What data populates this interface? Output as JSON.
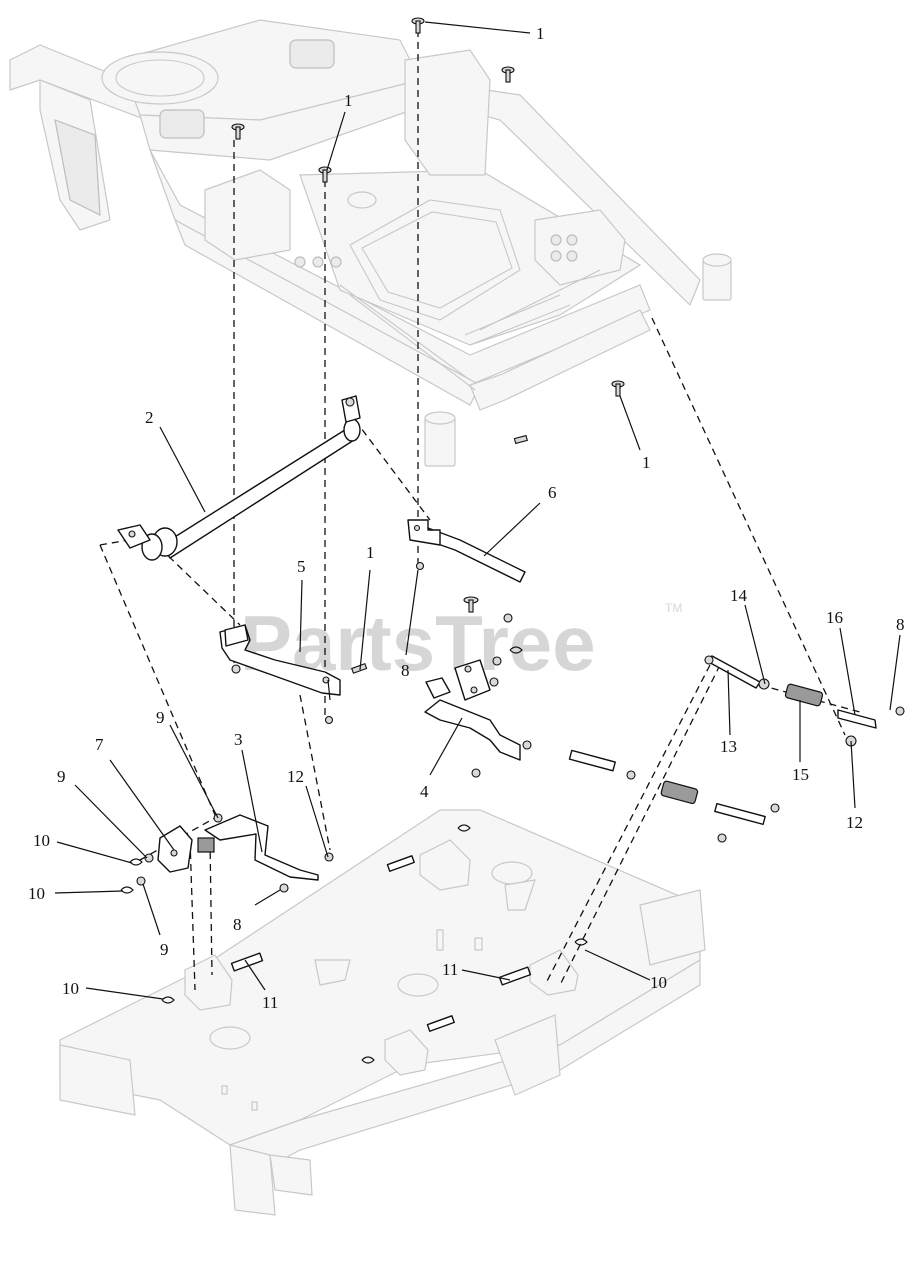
{
  "watermark": {
    "text": "PartsTree",
    "mark": "TM"
  },
  "callouts": [
    {
      "id": "c1a",
      "label": "1"
    },
    {
      "id": "c1b",
      "label": "1"
    },
    {
      "id": "c1c",
      "label": "1"
    },
    {
      "id": "c1d",
      "label": "1"
    },
    {
      "id": "c2",
      "label": "2"
    },
    {
      "id": "c3",
      "label": "3"
    },
    {
      "id": "c4",
      "label": "4"
    },
    {
      "id": "c5",
      "label": "5"
    },
    {
      "id": "c6",
      "label": "6"
    },
    {
      "id": "c7",
      "label": "7"
    },
    {
      "id": "c8a",
      "label": "8"
    },
    {
      "id": "c8b",
      "label": "8"
    },
    {
      "id": "c8c",
      "label": "8"
    },
    {
      "id": "c9a",
      "label": "9"
    },
    {
      "id": "c9b",
      "label": "9"
    },
    {
      "id": "c9c",
      "label": "9"
    },
    {
      "id": "c10a",
      "label": "10"
    },
    {
      "id": "c10b",
      "label": "10"
    },
    {
      "id": "c10c",
      "label": "10"
    },
    {
      "id": "c10d",
      "label": "10"
    },
    {
      "id": "c11a",
      "label": "11"
    },
    {
      "id": "c11b",
      "label": "11"
    },
    {
      "id": "c12a",
      "label": "12"
    },
    {
      "id": "c12b",
      "label": "12"
    },
    {
      "id": "c13",
      "label": "13"
    },
    {
      "id": "c14",
      "label": "14"
    },
    {
      "id": "c15",
      "label": "15"
    },
    {
      "id": "c16",
      "label": "16"
    }
  ]
}
